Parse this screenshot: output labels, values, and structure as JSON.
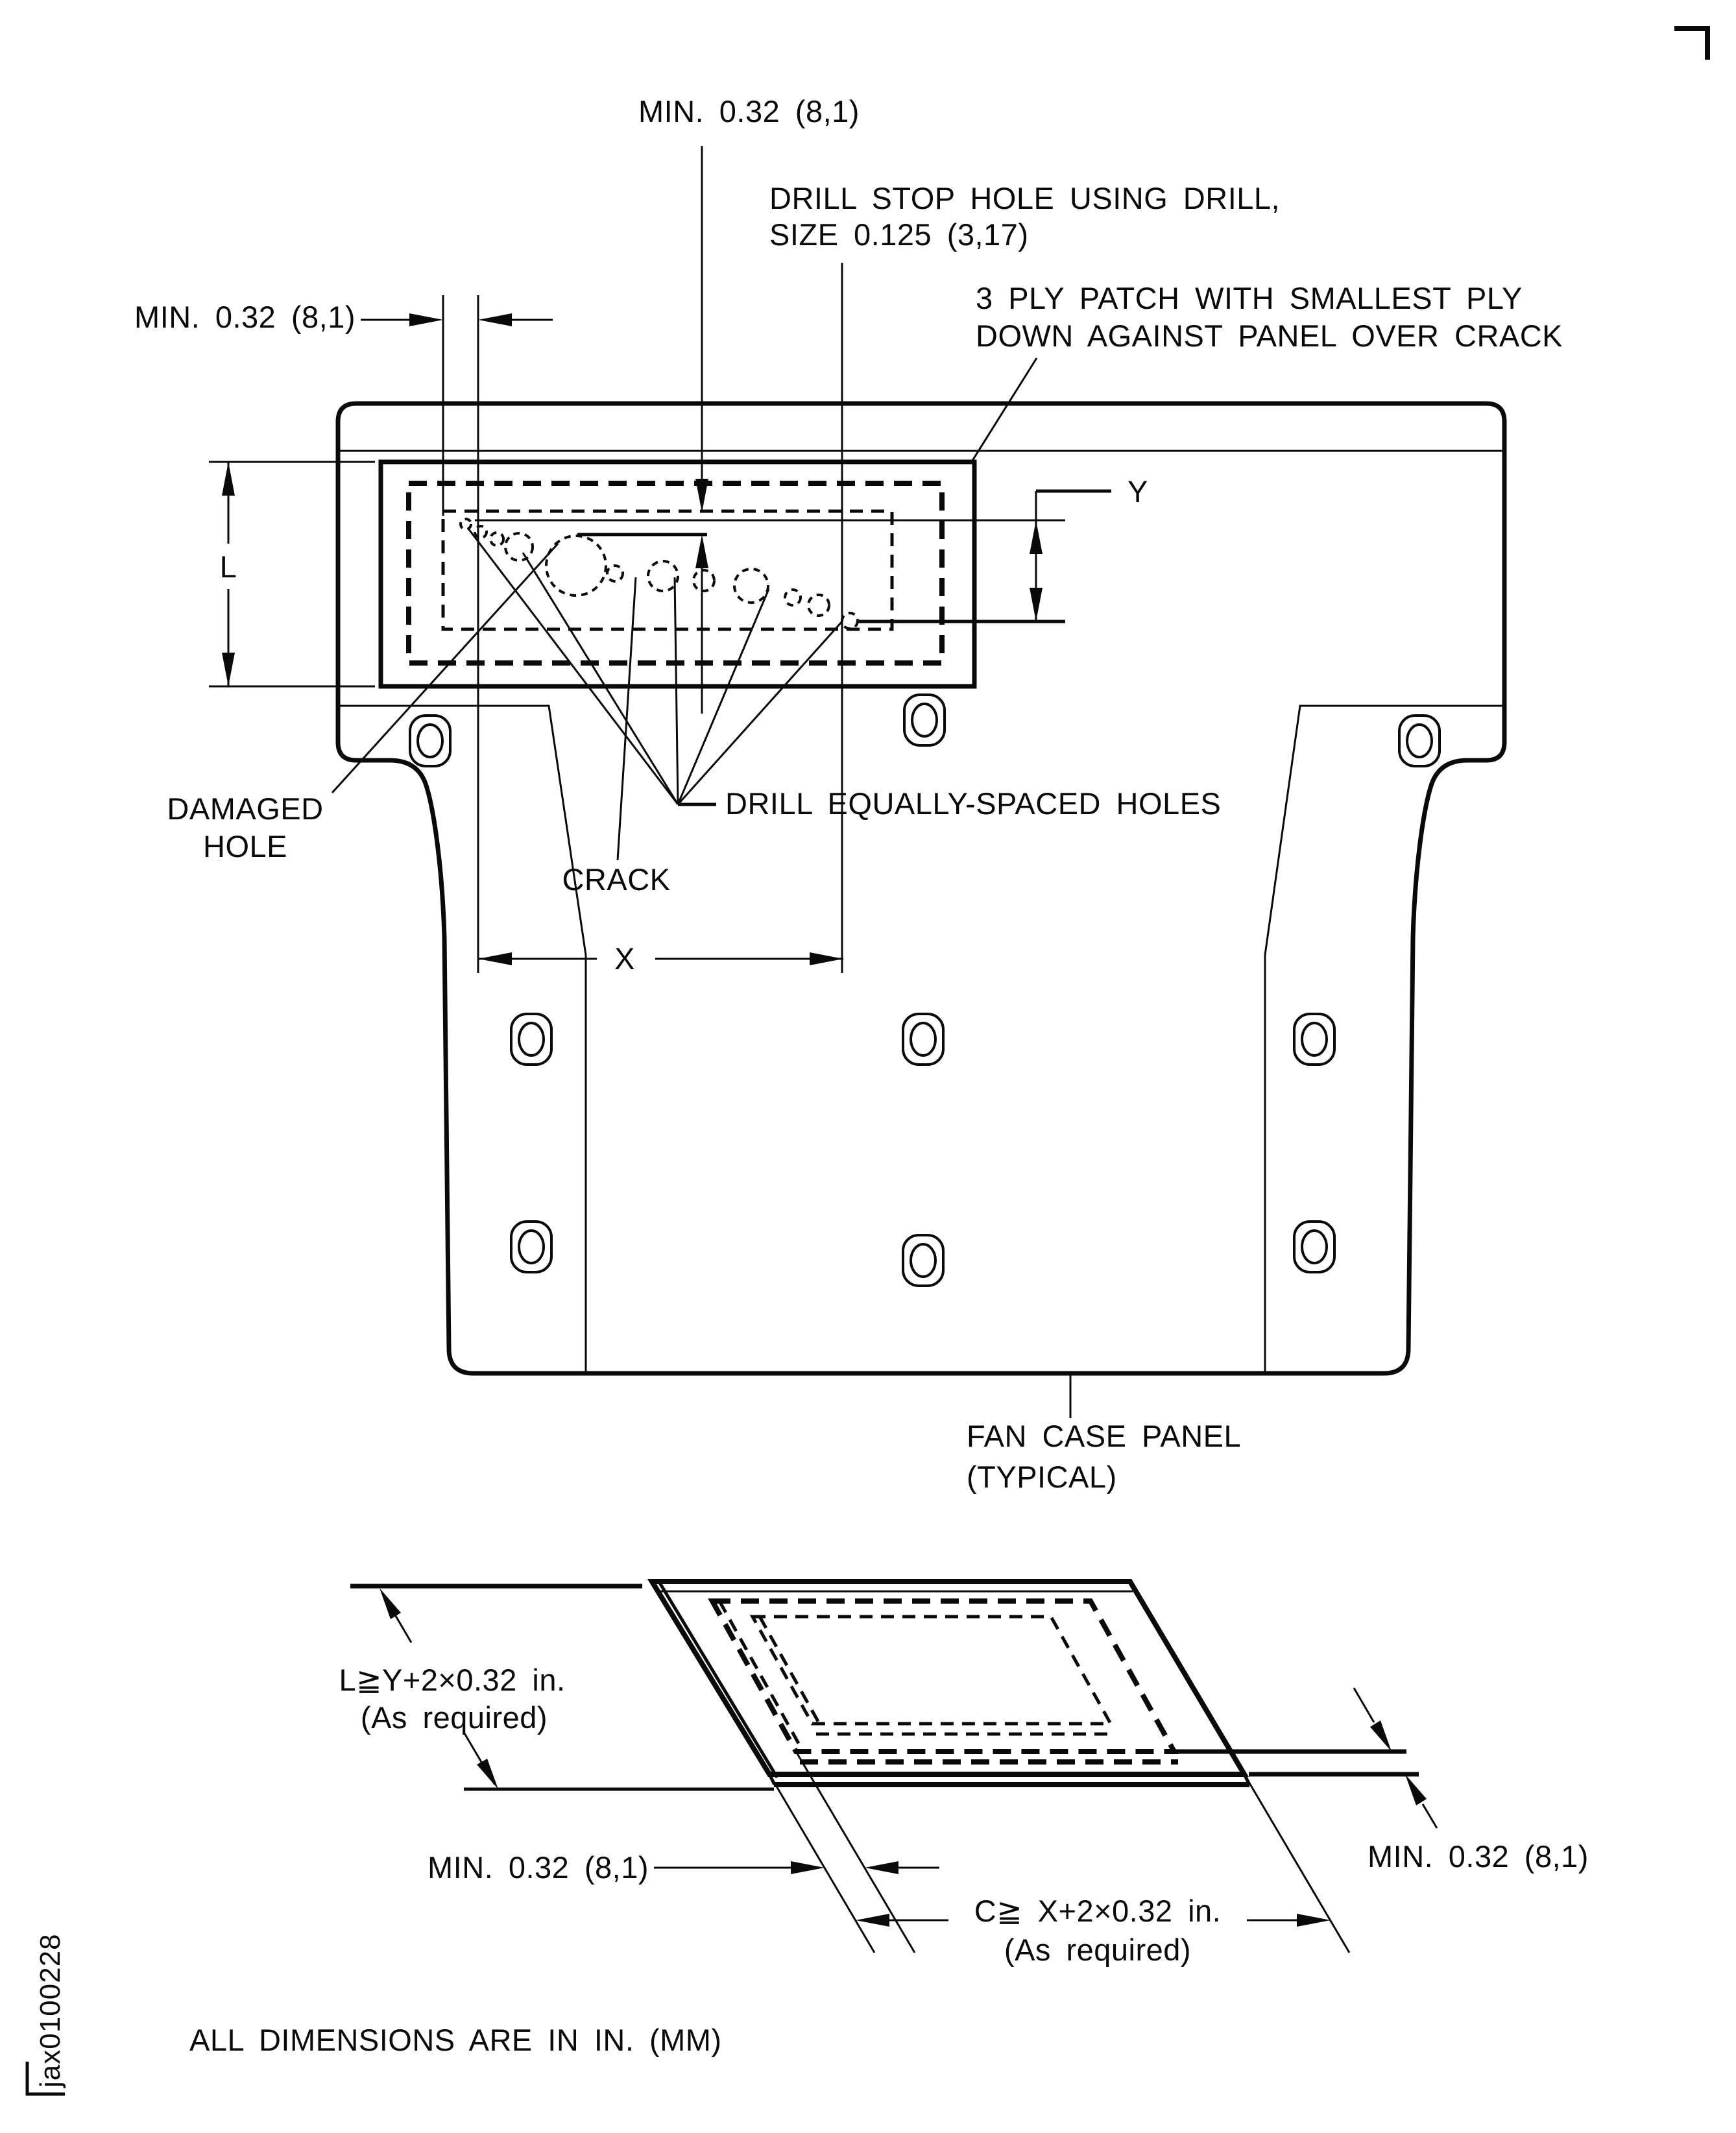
{
  "labels": {
    "top_min": "MIN. 0.32 (8,1)",
    "left_min": "MIN. 0.32 (8,1)",
    "drill_stop_1": "DRILL STOP HOLE USING DRILL,",
    "drill_stop_2": "SIZE 0.125 (3,17)",
    "ply_patch_1": "3 PLY PATCH WITH SMALLEST PLY",
    "ply_patch_2": "DOWN AGAINST PANEL OVER CRACK",
    "dim_y": "Y",
    "dim_l": "L",
    "dim_x": "X",
    "damaged_1": "DAMAGED",
    "damaged_2": "HOLE",
    "crack": "CRACK",
    "drill_equally": "DRILL EQUALLY-SPACED HOLES",
    "fan_case_1": "FAN CASE PANEL",
    "fan_case_2": "(TYPICAL)"
  },
  "patch_detail": {
    "l_formula": "L≧Y+2×0.32 in.",
    "l_as_required": "(As required)",
    "min_bottom_left": "MIN. 0.32 (8,1)",
    "c_formula": "C≧ X+2×0.32 in.",
    "c_as_required": "(As required)",
    "min_right": "MIN. 0.32 (8,1)"
  },
  "footer": {
    "note": "ALL DIMENSIONS ARE IN IN. (MM)",
    "figure_code": "jax0100228"
  }
}
